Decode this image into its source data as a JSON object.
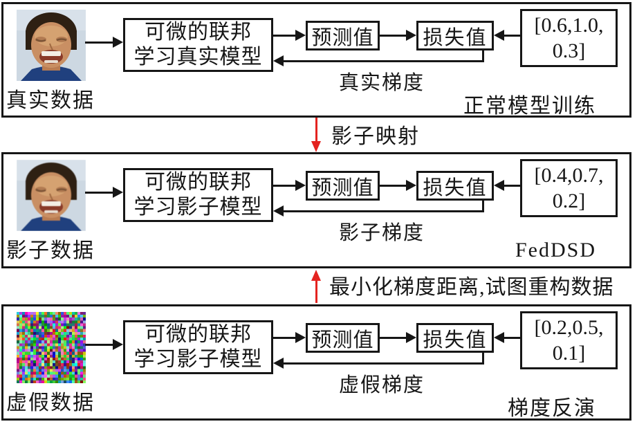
{
  "colors": {
    "accent_red": "#e42320",
    "line_black": "#161616",
    "background": "#ffffff"
  },
  "connectors": {
    "shadow_mapping_label": "影子映射",
    "minimize_gradient_label": "最小化梯度距离,试图重构数据"
  },
  "panels": [
    {
      "title": "正常模型训练",
      "data_label": "真实数据",
      "image": "boy-face-photo",
      "model_line1": "可微的联邦",
      "model_line2": "学习真实模型",
      "prediction_label": "预测值",
      "loss_label": "损失值",
      "target_vector_line1": "[0.6,1.0,",
      "target_vector_line2": "0.3]",
      "gradient_label": "真实梯度"
    },
    {
      "title": "FedDSD",
      "data_label": "影子数据",
      "image": "boy-face-photo-shadow",
      "model_line1": "可微的联邦",
      "model_line2": "学习影子模型",
      "prediction_label": "预测值",
      "loss_label": "损失值",
      "target_vector_line1": "[0.4,0.7,",
      "target_vector_line2": "0.2]",
      "gradient_label": "影子梯度"
    },
    {
      "title": "梯度反演",
      "data_label": "虚假数据",
      "image": "random-noise-image",
      "model_line1": "可微的联邦",
      "model_line2": "学习影子模型",
      "prediction_label": "预测值",
      "loss_label": "损失值",
      "target_vector_line1": "[0.2,0.5,",
      "target_vector_line2": "0.1]",
      "gradient_label": "虚假梯度"
    }
  ]
}
